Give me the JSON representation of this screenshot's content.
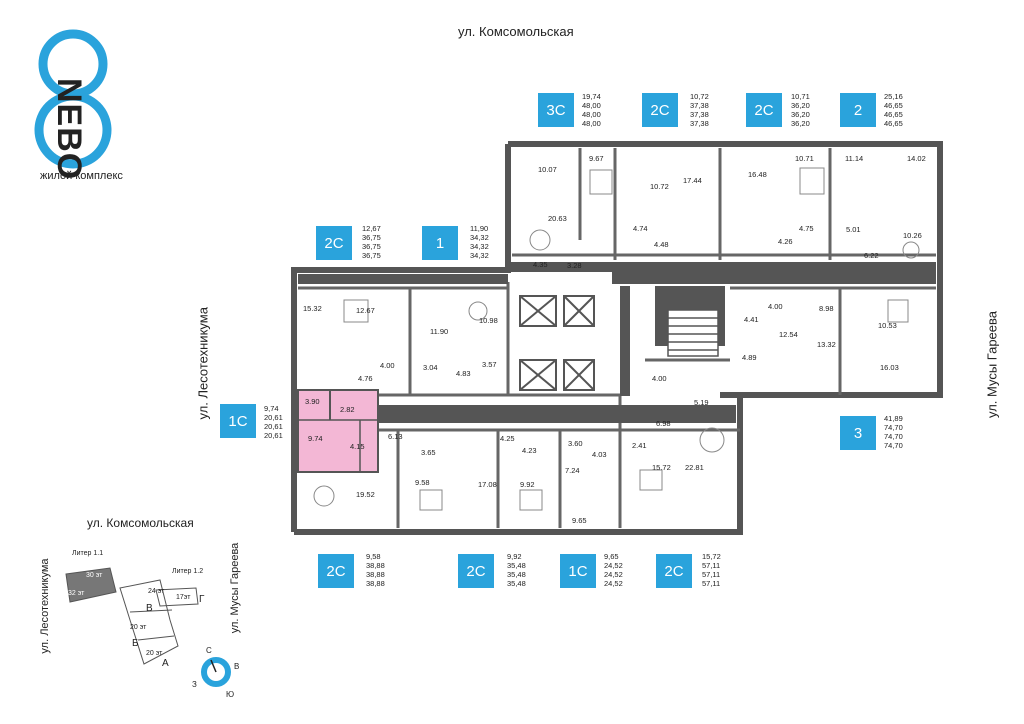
{
  "brand": {
    "name": "NEBO",
    "subtitle": "жилой комплекс",
    "color": "#2aa3dc"
  },
  "streets": {
    "top": "ул. Комсомольская",
    "left": "ул. Лесотехникума",
    "right": "ул. Мусы Гареева"
  },
  "units": [
    {
      "id": "u-3c-top",
      "type": "3С",
      "areas": [
        "19,74",
        "48,00",
        "48,00",
        "48,00"
      ]
    },
    {
      "id": "u-2c-top1",
      "type": "2С",
      "areas": [
        "10,72",
        "37,38",
        "37,38",
        "37,38"
      ]
    },
    {
      "id": "u-2c-top2",
      "type": "2С",
      "areas": [
        "10,71",
        "36,20",
        "36,20",
        "36,20"
      ]
    },
    {
      "id": "u-2-top",
      "type": "2",
      "areas": [
        "25,16",
        "46,65",
        "46,65",
        "46,65"
      ]
    },
    {
      "id": "u-2c-left",
      "type": "2С",
      "areas": [
        "12,67",
        "36,75",
        "36,75",
        "36,75"
      ]
    },
    {
      "id": "u-1-left",
      "type": "1",
      "areas": [
        "11,90",
        "34,32",
        "34,32",
        "34,32"
      ]
    },
    {
      "id": "u-1c-left",
      "type": "1С",
      "areas": [
        "9,74",
        "20,61",
        "20,61",
        "20,61"
      ]
    },
    {
      "id": "u-3-right",
      "type": "3",
      "areas": [
        "41,89",
        "74,70",
        "74,70",
        "74,70"
      ]
    },
    {
      "id": "u-2c-b1",
      "type": "2С",
      "areas": [
        "9,58",
        "38,88",
        "38,88",
        "38,88"
      ]
    },
    {
      "id": "u-2c-b2",
      "type": "2С",
      "areas": [
        "9,92",
        "35,48",
        "35,48",
        "35,48"
      ]
    },
    {
      "id": "u-1c-b",
      "type": "1С",
      "areas": [
        "9,65",
        "24,52",
        "24,52",
        "24,52"
      ]
    },
    {
      "id": "u-2c-b3",
      "type": "2С",
      "areas": [
        "15,72",
        "57,11",
        "57,11",
        "57,11"
      ]
    }
  ],
  "rooms": [
    "10.07",
    "9.67",
    "10.72",
    "17.44",
    "16.48",
    "10.71",
    "11.14",
    "14.02",
    "20.63",
    "4.74",
    "4.48",
    "4.75",
    "4.26",
    "5.01",
    "10.26",
    "6.22",
    "4.35",
    "3.28",
    "15.32",
    "12.67",
    "11.90",
    "10.98",
    "4.00",
    "8.98",
    "4.41",
    "10.53",
    "12.54",
    "13.32",
    "4.89",
    "16.03",
    "4.00",
    "3.04",
    "4.76",
    "4.83",
    "3.57",
    "4.00",
    "5.19",
    "3.90",
    "2.82",
    "6.98",
    "9.74",
    "4.15",
    "6.13",
    "4.25",
    "3.60",
    "3.65",
    "4.23",
    "4.03",
    "2.41",
    "7.24",
    "15.72",
    "22.81",
    "9.58",
    "17.08",
    "9.92",
    "19.52",
    "9.65"
  ],
  "site_map": {
    "street_top": "ул. Комсомольская",
    "street_left": "ул. Лесотехникума",
    "street_right": "ул. Мусы Гареева",
    "labels": {
      "liter11": "Литер 1.1",
      "liter12": "Литер 1.2",
      "f30": "30 эт",
      "f32": "32 эт",
      "f24": "24 эт",
      "f17": "17эт",
      "f20a": "20 эт",
      "f20b": "20 эт",
      "bV": "В",
      "bG": "Г",
      "bB": "Б",
      "bA": "А"
    },
    "compass": {
      "n": "С",
      "e": "В",
      "s": "Ю",
      "w": "З"
    }
  },
  "colors": {
    "accent": "#2aa3dc",
    "highlight": "#f3b7d5",
    "wall": "#555555"
  }
}
